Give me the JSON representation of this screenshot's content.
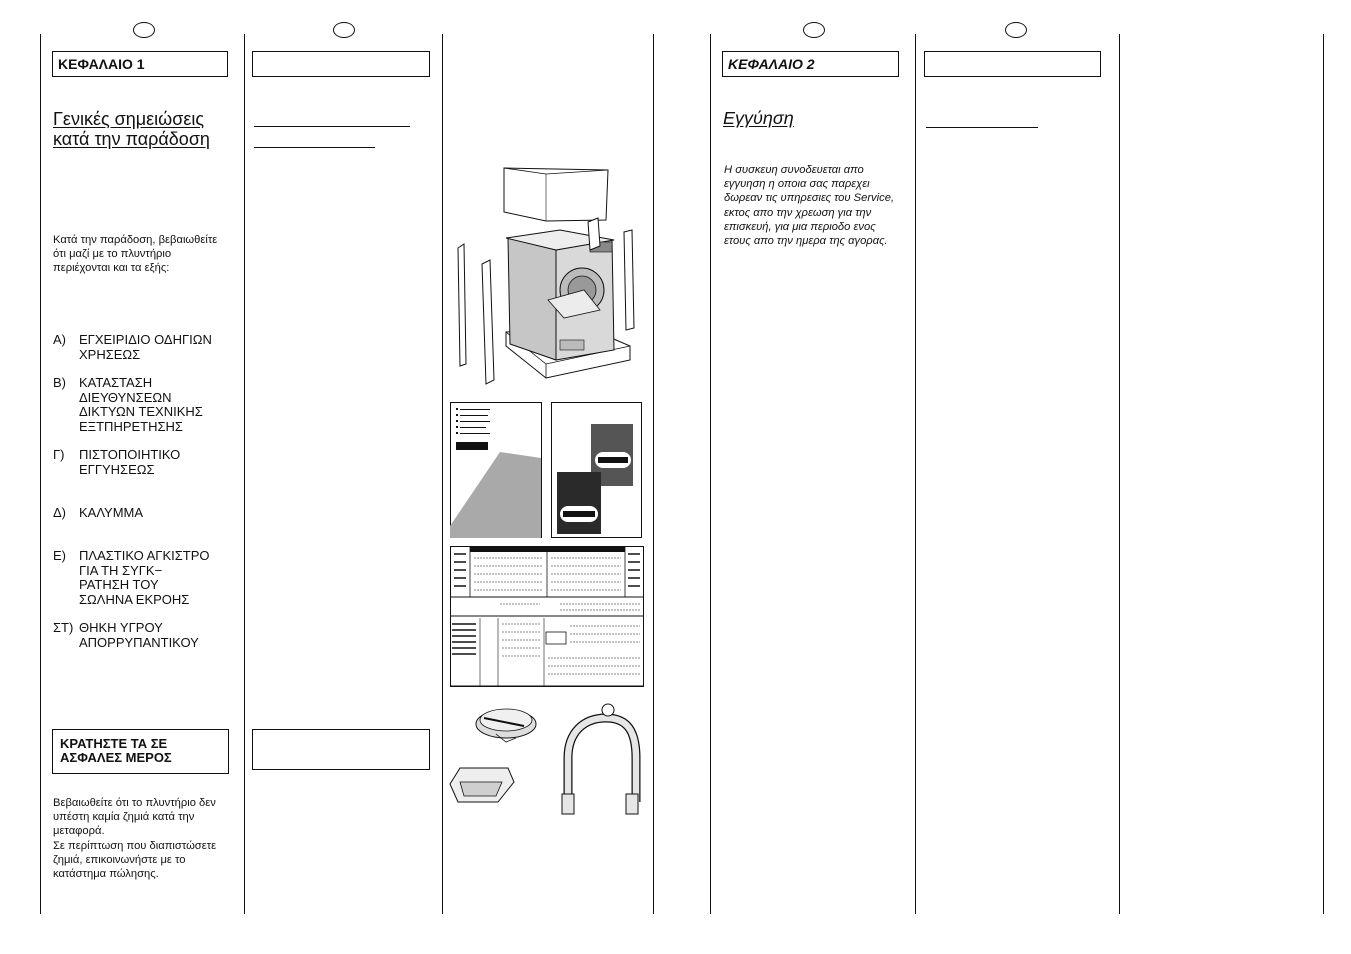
{
  "left_page": {
    "chapter_label": "ΚΕΦΑΛΑΙΟ 1",
    "title_line1": "Γενικές σημειώσεις",
    "title_line2": "κατά την παράδοση",
    "intro": "Κατά την παράδοση, βεβαιωθείτε ότι μαζί με το πλυντήριο περιέχονται και τα εξής:",
    "items": [
      {
        "letter": "Α)",
        "text": "ΕΓΧΕΙΡΙΔΙΟ ΟΔΗΓΙΩΝ\nΧΡΗΣΕΩΣ"
      },
      {
        "letter": "Β)",
        "text": "ΚΑΤΑΣΤΑΣΗ\nΔΙΕΥΘΥΝΣΕΩΝ\nΔΙΚΤΥΩΝ ΤΕΧΝΙΚΗΣ\nΕΞΤΠΗΡΕΤΗΣΗΣ"
      },
      {
        "letter": "Γ)",
        "text": "ΠΙΣΤΟΠΟΙΗΤΙΚΟ\nΕΓΓΥΗΣΕΩΣ"
      },
      {
        "letter": "Δ)",
        "text": "ΚΑΛΥΜΜΑ"
      },
      {
        "letter": "Ε)",
        "text": "ΠΛΑΣΤΙΚΟ ΑΓΚΙΣΤΡΟ\nΓΙΑ ΤΗ ΣΥΓΚ−\nΡΑΤΗΣΗ ΤΟΥ\nΣΩΛΗΝΑ ΕΚΡΟΗΣ"
      },
      {
        "letter": "ΣΤ)",
        "text": "ΘΗΚΗ ΥΓΡΟΥ\nΑΠΟΡΡΥΠΑΝΤΙΚΟΥ"
      }
    ],
    "keep_safe_label": "ΚΡΑΤΗΣΤΕ ΤΑ ΣΕ ΑΣΦΑΛΕΣ ΜΕΡΟΣ",
    "damage_note": "Βεβαιωθείτε ότι το πλυντήριο δεν υπέστη καμία ζημιά κατά την μεταφορά.\nΣε περίπτωση που διαπιστώσετε ζημιά, επικοινωνήστε με το κατάστημα πώλησης."
  },
  "right_page": {
    "chapter_label": "ΚΕΦΑΛΑΙΟ 2",
    "title": "Εγγύηση",
    "warranty_text": "Η συσκευη συνοδευεται απο εγγυηση η οποια σας παρεχει δωρεαν τις υπηρεσιες του Service, εκτος απο την χρεωση για την επισκευή, για μια περιοδο ενος ετους απο την ημερα της αγορας."
  },
  "colors": {
    "ink": "#111111",
    "grey_fill": "#a9a9a9",
    "dark_fill": "#2a2a2a"
  }
}
